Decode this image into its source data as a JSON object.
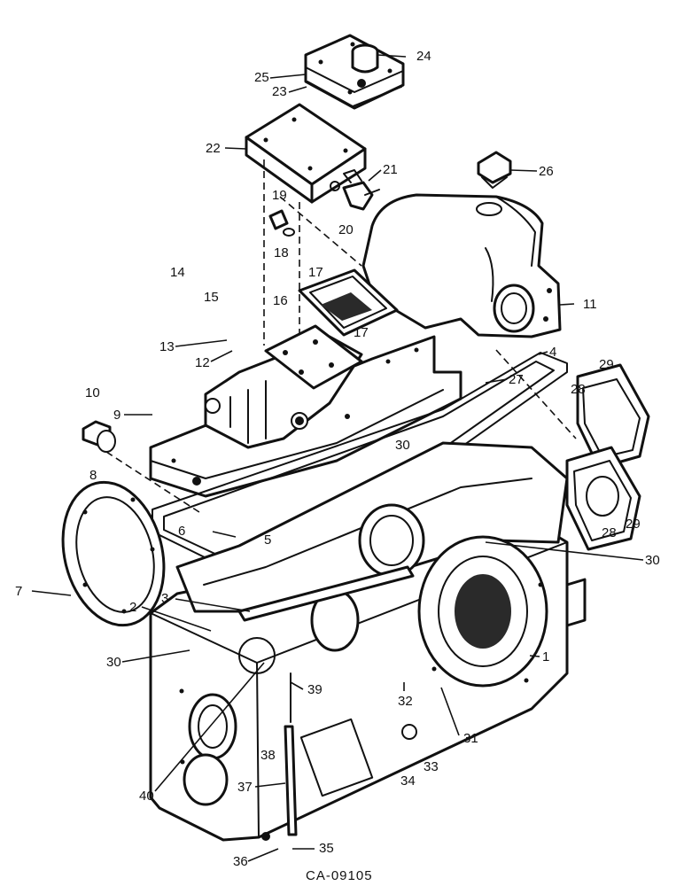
{
  "diagram": {
    "figure_code": "CA-09105",
    "callouts": [
      {
        "id": "c1",
        "label": "1"
      },
      {
        "id": "c2",
        "label": "2"
      },
      {
        "id": "c3",
        "label": "3"
      },
      {
        "id": "c4",
        "label": "4"
      },
      {
        "id": "c5",
        "label": "5"
      },
      {
        "id": "c6",
        "label": "6"
      },
      {
        "id": "c7",
        "label": "7"
      },
      {
        "id": "c8",
        "label": "8"
      },
      {
        "id": "c9",
        "label": "9"
      },
      {
        "id": "c10",
        "label": "10"
      },
      {
        "id": "c11",
        "label": "11"
      },
      {
        "id": "c12",
        "label": "12"
      },
      {
        "id": "c13",
        "label": "13"
      },
      {
        "id": "c14",
        "label": "14"
      },
      {
        "id": "c15",
        "label": "15"
      },
      {
        "id": "c16",
        "label": "16"
      },
      {
        "id": "c17a",
        "label": "17"
      },
      {
        "id": "c17b",
        "label": "17"
      },
      {
        "id": "c18",
        "label": "18"
      },
      {
        "id": "c19",
        "label": "19"
      },
      {
        "id": "c20",
        "label": "20"
      },
      {
        "id": "c21",
        "label": "21"
      },
      {
        "id": "c22",
        "label": "22"
      },
      {
        "id": "c23",
        "label": "23"
      },
      {
        "id": "c24",
        "label": "24"
      },
      {
        "id": "c25",
        "label": "25"
      },
      {
        "id": "c26",
        "label": "26"
      },
      {
        "id": "c27",
        "label": "27"
      },
      {
        "id": "c28a",
        "label": "28"
      },
      {
        "id": "c28b",
        "label": "28"
      },
      {
        "id": "c29a",
        "label": "29"
      },
      {
        "id": "c29b",
        "label": "29"
      },
      {
        "id": "c30a",
        "label": "30"
      },
      {
        "id": "c30b",
        "label": "30"
      },
      {
        "id": "c30c",
        "label": "30"
      },
      {
        "id": "c31",
        "label": "31"
      },
      {
        "id": "c32",
        "label": "32"
      },
      {
        "id": "c33",
        "label": "33"
      },
      {
        "id": "c34",
        "label": "34"
      },
      {
        "id": "c35",
        "label": "35"
      },
      {
        "id": "c36",
        "label": "36"
      },
      {
        "id": "c37",
        "label": "37"
      },
      {
        "id": "c38",
        "label": "38"
      },
      {
        "id": "c39",
        "label": "39"
      },
      {
        "id": "c40",
        "label": "40"
      }
    ]
  }
}
